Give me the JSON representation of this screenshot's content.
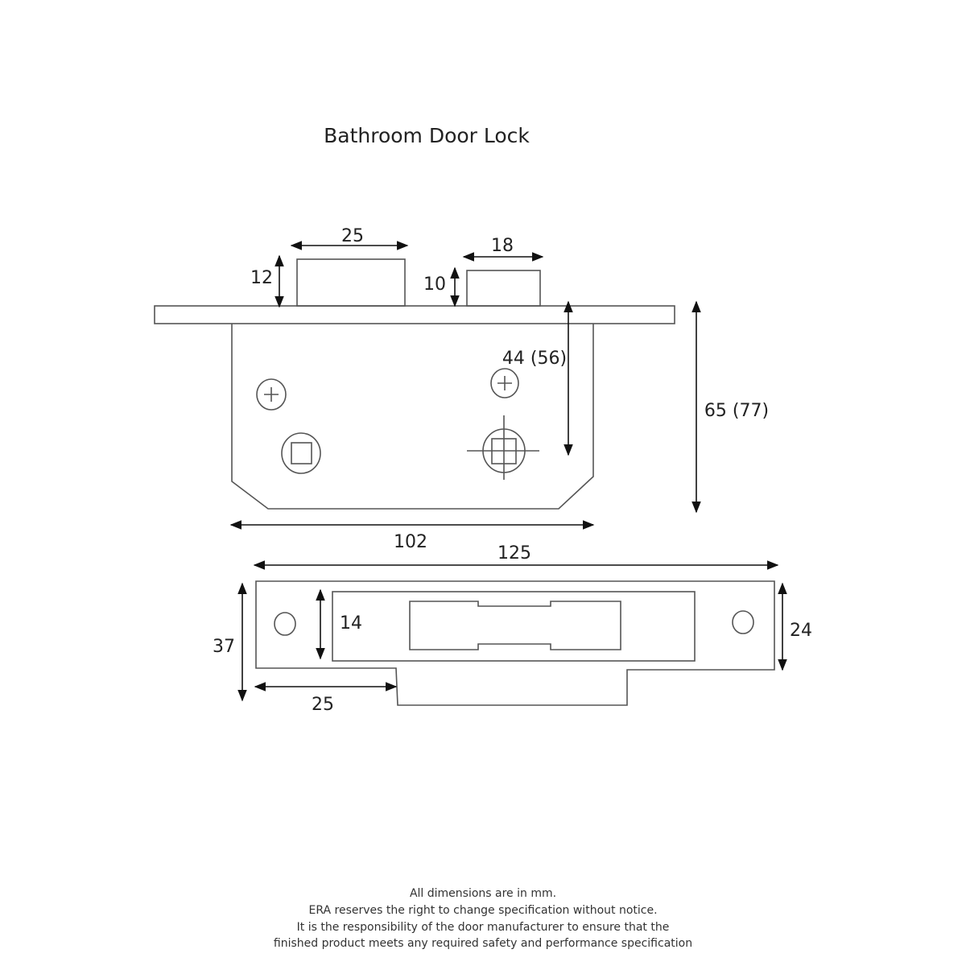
{
  "title": "Bathroom Door Lock",
  "lock_case": {
    "latch_width": "25",
    "latch_projection": "12",
    "bolt_width": "18",
    "bolt_projection": "10",
    "backset": "44 (56)",
    "case_depth": "65 (77)",
    "case_height": "102"
  },
  "strike_plate": {
    "length": "125",
    "height": "37",
    "slot_height": "14",
    "inner_height": "24",
    "lip_offset": "25"
  },
  "footer": {
    "lines": [
      "All dimensions are in mm.",
      "ERA reserves the right to change specification without notice.",
      "It is the responsibility of the door manufacturer to ensure that the",
      "finished product meets any required safety and performance specification"
    ]
  }
}
